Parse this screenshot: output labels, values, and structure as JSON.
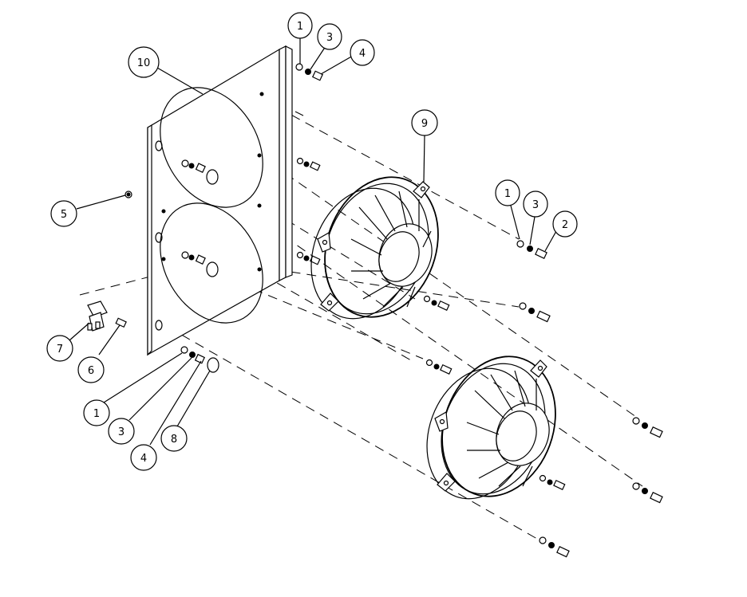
{
  "callouts": [
    {
      "id": "c1a",
      "label": "1"
    },
    {
      "id": "c3a",
      "label": "3"
    },
    {
      "id": "c4a",
      "label": "4"
    },
    {
      "id": "c10",
      "label": "10"
    },
    {
      "id": "c9",
      "label": "9"
    },
    {
      "id": "c1b",
      "label": "1"
    },
    {
      "id": "c3b",
      "label": "3"
    },
    {
      "id": "c2",
      "label": "2"
    },
    {
      "id": "c5",
      "label": "5"
    },
    {
      "id": "c7",
      "label": "7"
    },
    {
      "id": "c6",
      "label": "6"
    },
    {
      "id": "c1c",
      "label": "1"
    },
    {
      "id": "c3c",
      "label": "3"
    },
    {
      "id": "c8",
      "label": "8"
    },
    {
      "id": "c4c",
      "label": "4"
    }
  ]
}
